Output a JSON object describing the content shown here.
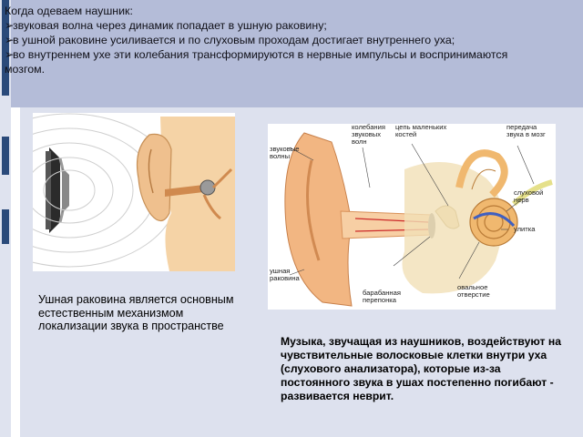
{
  "intro": {
    "heading": "Когда  одеваем наушник:",
    "items": [
      "звуковая волна через динамик попадает в ушную раковину;",
      "в ушной раковине усиливается и по слуховым проходам достигает внутреннего уха;",
      "во внутреннем ухе эти колебания трансформируются в нервные импульсы и воспринимаются"
    ],
    "continuation": "мозгом.",
    "bullet_glyph": "➢"
  },
  "figure_right": {
    "labels": {
      "sound_waves": "звуковые волны",
      "sound_wave_vibration": "колебания звуковых волн",
      "ossicle_chain": "цепь маленьких костей",
      "brain_transmission": "передача звука в мозг",
      "auditory_nerve": "слуховой нерв",
      "cochlea": "улитка",
      "auricle": "ушная раковина",
      "eardrum": "барабанная перепонка",
      "oval_window": "овальное отверстие"
    }
  },
  "caption_left": "Ушная раковина является основным естественным механизмом локализации звука в пространстве",
  "caption_right": "Музыка, звучащая из наушников, воздействуют на чувствительные волосковые клетки внутри уха (слухового анализатора), которые из-за постоянного звука в ушах постепенно погибают - развивается неврит.",
  "colors": {
    "top_band": "#b4bcd8",
    "left_bar": "#2a4a7a",
    "content_bg": "#dde1ee"
  }
}
